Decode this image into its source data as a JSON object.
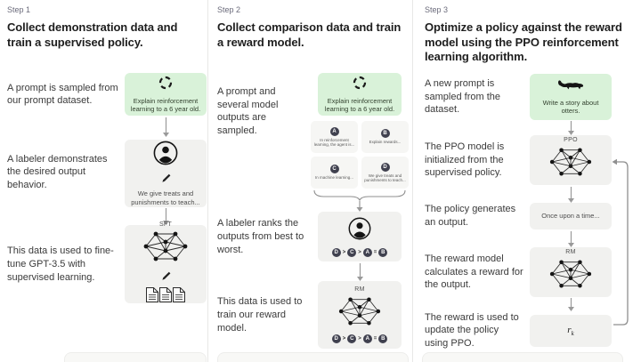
{
  "colors": {
    "green_box": "#d9f2d9",
    "gray_box": "#f1f1ef",
    "output_box": "#f6f6f4",
    "dark_circle": "#40414f",
    "divider": "#e8e8e6",
    "arrow": "#9a9a9a",
    "step_label": "#6b6b7b",
    "heading_text": "#1e1e1e",
    "body_text": "#3a3a3a"
  },
  "columns": [
    {
      "step_label": "Step 1",
      "heading": "Collect demonstration data and train a supervised policy.",
      "rows": [
        {
          "text": "A prompt is sampled from our prompt dataset.",
          "box": {
            "style": "green",
            "icon": "refresh-icon",
            "caption": "Explain reinforcement learning to a 6 year old."
          }
        },
        {
          "text": "A labeler demonstrates the desired output behavior.",
          "box": {
            "style": "gray",
            "icon": "labeler-icon",
            "pencil_icon": "pencil-icon",
            "caption": "We give treats and punishments to teach..."
          }
        },
        {
          "text": "This data is used to fine-tune GPT-3.5 with supervised learning.",
          "box": {
            "style": "gray",
            "label": "SFT",
            "icon": "network-icon",
            "pencil_icon": "pencil-icon",
            "docs_icon": "documents-icon"
          }
        }
      ]
    },
    {
      "step_label": "Step 2",
      "heading": "Collect comparison data and train a reward model.",
      "rows": [
        {
          "text": "A prompt and several model outputs are sampled.",
          "box": {
            "style": "green",
            "icon": "refresh-icon",
            "caption": "Explain reinforcement learning to a 6 year old."
          }
        },
        {
          "text": "A labeler ranks the outputs from best to worst.",
          "box": {
            "style": "gray",
            "icon": "labeler-icon"
          }
        },
        {
          "text": "This data is used to train our reward model.",
          "box": {
            "style": "gray",
            "label": "RM",
            "icon": "network-icon"
          }
        }
      ],
      "outputs": [
        {
          "letter": "A",
          "text": "In reinforcement learning, the agent is..."
        },
        {
          "letter": "B",
          "text": "Explain rewards..."
        },
        {
          "letter": "C",
          "text": "In machine learning..."
        },
        {
          "letter": "D",
          "text": "We give treats and punishments to teach..."
        }
      ],
      "ranking": {
        "items": [
          "D",
          "C",
          "A",
          "B"
        ],
        "separators": [
          ">",
          ">",
          "="
        ]
      }
    },
    {
      "step_label": "Step 3",
      "heading": "Optimize a policy against the reward model using the PPO reinforcement learning algorithm.",
      "rows": [
        {
          "text": "A new prompt is sampled from the dataset.",
          "box": {
            "style": "green",
            "icon": "otter-icon",
            "caption": "Write a story about otters."
          }
        },
        {
          "text": "The PPO model is initialized from the supervised policy.",
          "box": {
            "style": "gray",
            "label": "PPO",
            "icon": "network-icon"
          }
        },
        {
          "text": "The policy generates an output.",
          "box": {
            "style": "gray",
            "caption": "Once upon a time..."
          }
        },
        {
          "text": "The reward model calculates a reward for the output.",
          "box": {
            "style": "gray",
            "label": "RM",
            "icon": "network-icon"
          }
        },
        {
          "text": "The reward is used to update the policy using PPO.",
          "box": {
            "style": "gray",
            "reward_base": "r",
            "reward_sub": "k"
          }
        }
      ]
    }
  ]
}
